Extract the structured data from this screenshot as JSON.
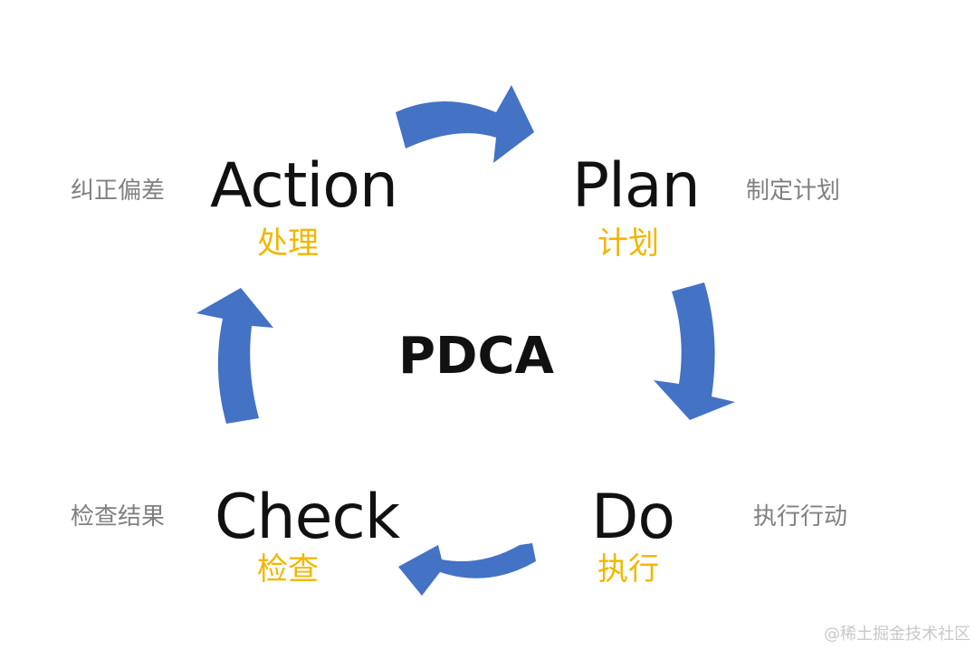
{
  "center_title": "PDCA",
  "phases": {
    "plan": {
      "en": "Plan",
      "cn": "计划",
      "desc": "制定计划"
    },
    "do": {
      "en": "Do",
      "cn": "执行",
      "desc": "执行行动"
    },
    "check": {
      "en": "Check",
      "cn": "检查",
      "desc": "检查结果"
    },
    "action": {
      "en": "Action",
      "cn": "处理",
      "desc": "纠正偏差"
    }
  },
  "watermark": "@稀土掘金技术社区",
  "colors": {
    "arrow": "#4472c4",
    "chinese_label": "#f2b600",
    "description": "#808080",
    "text": "#111111",
    "background": "#ffffff"
  },
  "icons": {
    "cycle_arrows": "curved-arrow-icon"
  }
}
